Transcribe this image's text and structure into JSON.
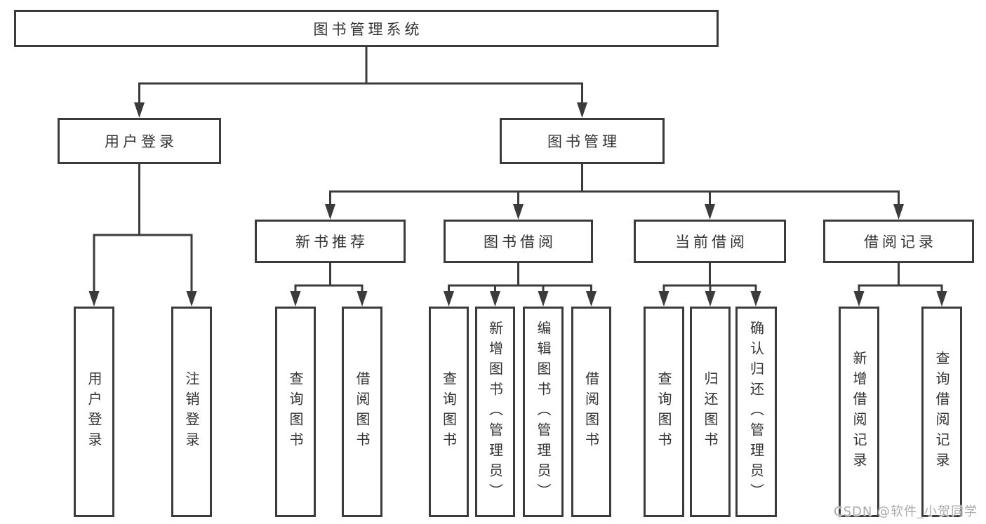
{
  "diagram": {
    "root": {
      "label": "图书管理系统"
    },
    "branches": [
      {
        "label": "用户登录",
        "children": [
          {
            "label": "用户登录"
          },
          {
            "label": "注销登录"
          }
        ]
      },
      {
        "label": "图书管理",
        "children": [
          {
            "label": "新书推荐",
            "children": [
              {
                "label": "查询图书"
              },
              {
                "label": "借阅图书"
              }
            ]
          },
          {
            "label": "图书借阅",
            "children": [
              {
                "label": "查询图书"
              },
              {
                "label": "新增图书（管理员）"
              },
              {
                "label": "编辑图书（管理员）"
              },
              {
                "label": "借阅图书"
              }
            ]
          },
          {
            "label": "当前借阅",
            "children": [
              {
                "label": "查询图书"
              },
              {
                "label": "归还图书"
              },
              {
                "label": "确认归还（管理员）"
              }
            ]
          },
          {
            "label": "借阅记录",
            "children": [
              {
                "label": "新增借阅记录"
              },
              {
                "label": "查询借阅记录"
              }
            ]
          }
        ]
      }
    ]
  },
  "watermark": {
    "text": "CSDN @软件_小贺同学"
  },
  "colors": {
    "line": "#3b3b3b",
    "text": "#333333",
    "background": "#ffffff",
    "watermark": "#a5a5a5"
  }
}
